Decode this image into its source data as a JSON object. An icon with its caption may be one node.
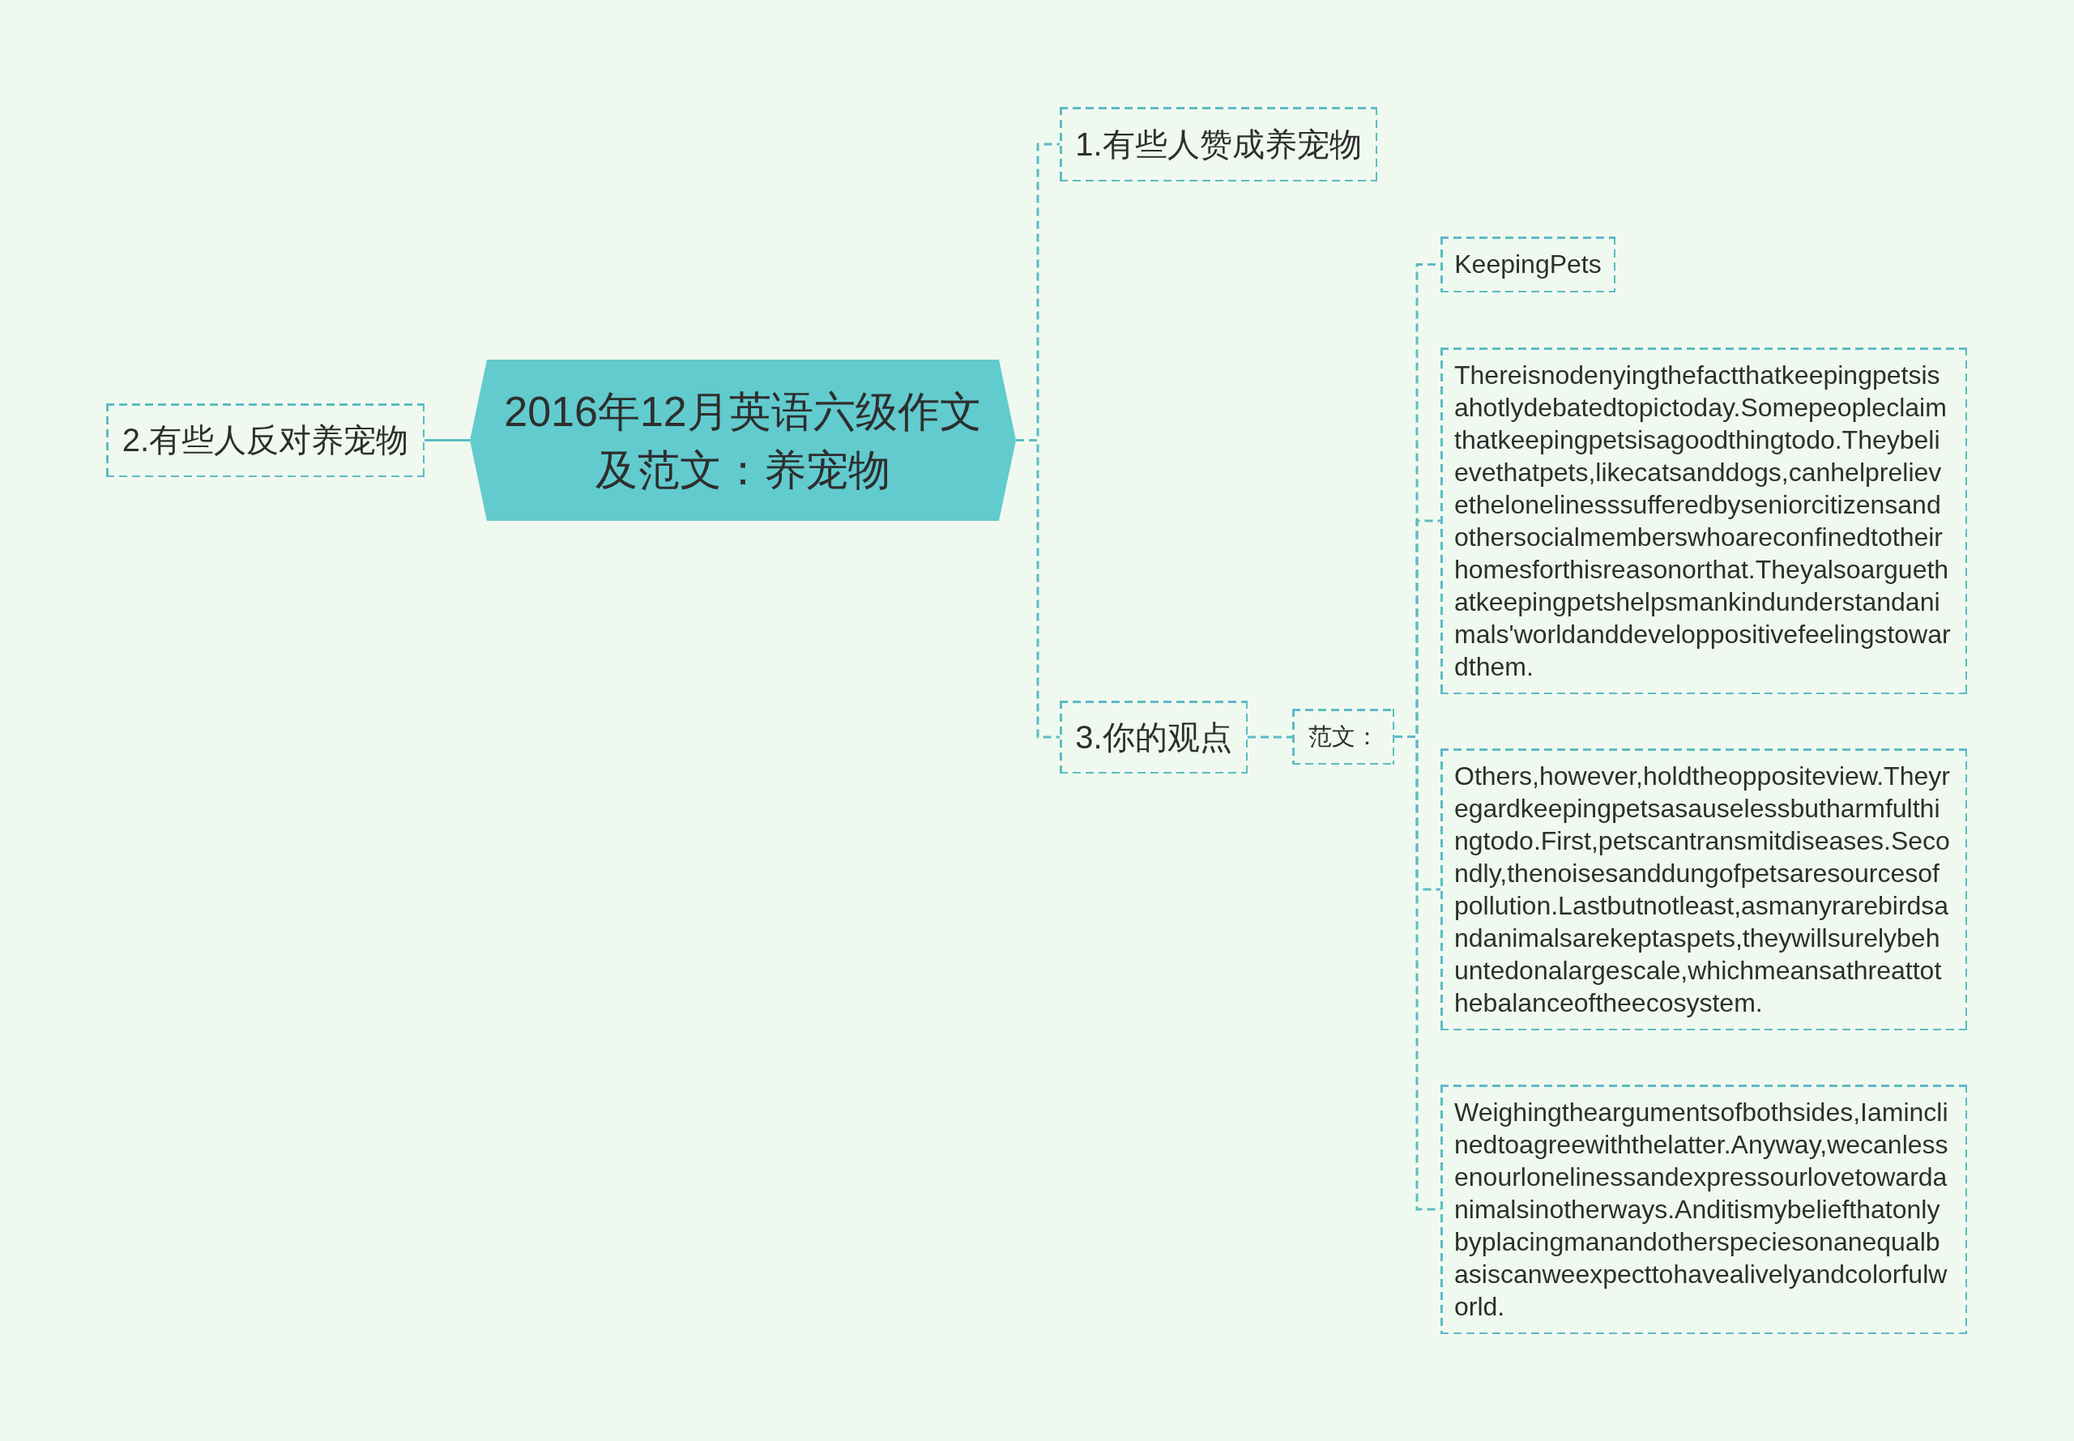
{
  "diagram": {
    "nodes": [
      {
        "text": [
          "2016年12月英语六级作文及范文：养宠物"
        ]
      },
      {
        "text": [
          "1.有些人赞成养宠物"
        ]
      },
      {
        "text": [
          "2.有些人反对养宠物"
        ]
      },
      {
        "text": [
          "3.你的观点"
        ]
      },
      {
        "text": [
          "范文："
        ]
      },
      {
        "text": [
          "KeepingPets"
        ]
      },
      {
        "text": [
          "Thereisnodenyingthefactthatkeepingpetsisahotlydebatedtopictoday.Somepeopleclaimthatkeepingpetsisagoodthingtodo.Theybelievethatpets,likecatsanddogs,canhelprelievethelonelinesssufferedbyseniorcitizensandothersocialmemberswhoareconfinedtotheirhomesforthisreasonorthat.Theyalsoarguethatkeepingpetshelpsmankindunderstandanimals'worldanddeveloppositivefeelingstowardthem."
        ]
      },
      {
        "text": [
          "Others,however,holdtheoppositeview.Theyregardkeepingpetsasauselessbutharmfulthingtodo.First,petscantransmitdiseases.Secondly,thenoisesanddungofpetsaresourcesofpollution.Lastbutnotleast,asmanyrarebirdsandanimalsarekeptaspets,theywillsurelybehuntedonalargescale,whichmeansathreattothebalanceoftheecosystem."
        ]
      },
      {
        "text": [
          "Weighingtheargumentsofbothsides,Iaminclinedtoagreewiththelatter.Anyway,wecanlessenourlonelinessandexpressourlovetowardanimalsinotherways.Anditismybeliefthatonlybyplacingmanandotherspeciesonanequalbasiscanweexpecttohavealivelyandcolorfulworld."
        ]
      }
    ],
    "edges": [
      {
        "from": 0,
        "to": 1,
        "arrow": "none",
        "style": "dashed"
      },
      {
        "from": 0,
        "to": 2,
        "arrow": "none"
      },
      {
        "from": 0,
        "to": 3,
        "arrow": "none",
        "style": "dashed"
      },
      {
        "from": 3,
        "to": 4,
        "arrow": "none",
        "style": "dashed"
      },
      {
        "from": 4,
        "to": 5,
        "arrow": "none",
        "style": "dashed"
      },
      {
        "from": 4,
        "to": 6,
        "arrow": "none",
        "style": "dashed"
      },
      {
        "from": 4,
        "to": 7,
        "arrow": "none",
        "style": "dashed"
      },
      {
        "from": 4,
        "to": 8,
        "arrow": "none",
        "style": "dashed"
      }
    ]
  }
}
